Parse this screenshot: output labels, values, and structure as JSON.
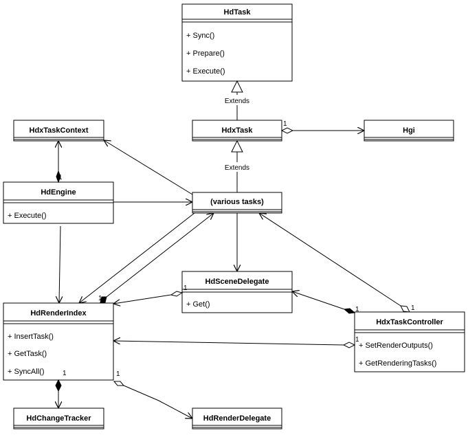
{
  "classes": [
    {
      "id": "HdTask",
      "name": "HdTask",
      "members": [
        "+ Sync()",
        "+ Prepare()",
        "+ Execute()"
      ]
    },
    {
      "id": "HdxTaskContext",
      "name": "HdxTaskContext",
      "members": []
    },
    {
      "id": "HdxTask",
      "name": "HdxTask",
      "members": []
    },
    {
      "id": "Hgi",
      "name": "Hgi",
      "members": []
    },
    {
      "id": "HdEngine",
      "name": "HdEngine",
      "members": [
        "+ Execute()"
      ]
    },
    {
      "id": "VariousTasks",
      "name": "(various tasks)",
      "members": []
    },
    {
      "id": "HdSceneDelegate",
      "name": "HdSceneDelegate",
      "members": [
        "+ Get()"
      ]
    },
    {
      "id": "HdRenderIndex",
      "name": "HdRenderIndex",
      "members": [
        "+ InsertTask()",
        "+ GetTask()",
        "+ SyncAll()"
      ]
    },
    {
      "id": "HdxTaskController",
      "name": "HdxTaskController",
      "members": [
        "+ SetRenderOutputs()",
        "+ GetRenderingTasks()"
      ]
    },
    {
      "id": "HdChangeTracker",
      "name": "HdChangeTracker",
      "members": []
    },
    {
      "id": "HdRenderDelegate",
      "name": "HdRenderDelegate",
      "members": []
    }
  ],
  "relations": [
    {
      "id": "hdxtask-extends-hdtask",
      "type": "generalization",
      "from": "HdxTask",
      "to": "HdTask",
      "label": "Extends"
    },
    {
      "id": "various-extends-hdxtask",
      "type": "generalization",
      "from": "VariousTasks",
      "to": "HdxTask",
      "label": "Extends"
    },
    {
      "id": "hdxtask-hgi",
      "type": "aggregation",
      "from": "HdxTask",
      "to": "Hgi",
      "multiplicity": "1"
    },
    {
      "id": "hdengine-taskcontext",
      "type": "composition",
      "from": "HdEngine",
      "to": "HdxTaskContext",
      "multiplicity": "1"
    },
    {
      "id": "various-taskcontext",
      "type": "association",
      "from": "VariousTasks",
      "to": "HdxTaskContext"
    },
    {
      "id": "hdengine-various",
      "type": "association",
      "from": "HdEngine",
      "to": "VariousTasks"
    },
    {
      "id": "hdengine-renderindex",
      "type": "association",
      "from": "HdEngine",
      "to": "HdRenderIndex"
    },
    {
      "id": "various-renderindex",
      "type": "association",
      "from": "VariousTasks",
      "to": "HdRenderIndex"
    },
    {
      "id": "renderindex-various",
      "type": "composition",
      "from": "HdRenderIndex",
      "to": "VariousTasks",
      "multiplicity": "1"
    },
    {
      "id": "various-scenedelegate",
      "type": "association",
      "from": "VariousTasks",
      "to": "HdSceneDelegate"
    },
    {
      "id": "scenedelegate-renderindex",
      "type": "aggregation",
      "from": "HdSceneDelegate",
      "to": "HdRenderIndex",
      "multiplicity": "1"
    },
    {
      "id": "controller-scenedelegate",
      "type": "composition",
      "from": "HdxTaskController",
      "to": "HdSceneDelegate",
      "multiplicity": "1"
    },
    {
      "id": "controller-various",
      "type": "aggregation",
      "from": "HdxTaskController",
      "to": "VariousTasks",
      "multiplicity": "1"
    },
    {
      "id": "controller-renderindex",
      "type": "aggregation",
      "from": "HdxTaskController",
      "to": "HdRenderIndex",
      "multiplicity": "1"
    },
    {
      "id": "renderindex-changetracker",
      "type": "composition",
      "from": "HdRenderIndex",
      "to": "HdChangeTracker",
      "multiplicity": "1"
    },
    {
      "id": "renderindex-renderdelegate",
      "type": "aggregation",
      "from": "HdRenderIndex",
      "to": "HdRenderDelegate",
      "multiplicity": "1"
    }
  ]
}
